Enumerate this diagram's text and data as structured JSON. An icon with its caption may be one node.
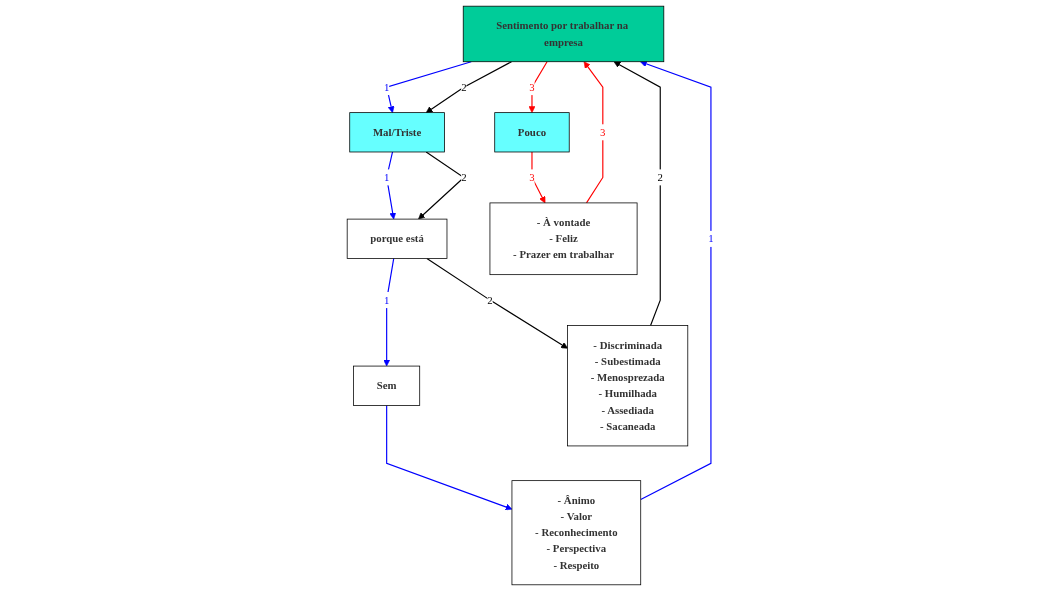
{
  "diagram": {
    "nodes": [
      {
        "text": [
          "Sentimento por trabalhar na empresa"
        ]
      },
      {
        "text": [
          "Mal/Triste"
        ]
      },
      {
        "text": [
          "Pouco"
        ]
      },
      {
        "text": [
          "porque está"
        ]
      },
      {
        "text": [
          "Sem"
        ]
      },
      {
        "text": [
          "- Discriminada",
          "- Subestimada",
          "- Menosprezada",
          "- Humilhada",
          "- Assediada",
          "- Sacaneada"
        ]
      },
      {
        "text": [
          "- Ânimo",
          "- Valor",
          "- Reconhecimento",
          "- Perspectiva",
          "- Respeito"
        ]
      },
      {
        "text": [
          "- À vontade",
          "- Feliz",
          "- Prazer em trabalhar"
        ]
      }
    ],
    "edges": [
      {
        "from": 0,
        "to": 1,
        "arrow": "to",
        "label": "1"
      },
      {
        "from": 0,
        "to": 1,
        "arrow": "to",
        "label": "2",
        "color": "#000000"
      },
      {
        "from": 0,
        "to": 2,
        "arrow": "to",
        "label": "3",
        "color": "#ff0000"
      },
      {
        "from": 1,
        "to": 3,
        "arrow": "to",
        "label": "1"
      },
      {
        "from": 1,
        "to": 3,
        "arrow": "to",
        "label": "2",
        "color": "#000000"
      },
      {
        "from": 2,
        "to": 7,
        "arrow": "to",
        "label": "3",
        "color": "#ff0000"
      },
      {
        "from": 3,
        "to": 4,
        "arrow": "to",
        "label": "1"
      },
      {
        "from": 3,
        "to": 5,
        "arrow": "to",
        "label": "2",
        "color": "#000000"
      },
      {
        "from": 4,
        "to": 6,
        "arrow": "to"
      },
      {
        "from": 5,
        "to": 0,
        "arrow": "to",
        "label": "2",
        "color": "#000000"
      },
      {
        "from": 6,
        "to": 0,
        "arrow": "to",
        "label": "1"
      },
      {
        "from": 7,
        "to": 0,
        "arrow": "to",
        "label": "3",
        "color": "#ff0000"
      }
    ]
  }
}
